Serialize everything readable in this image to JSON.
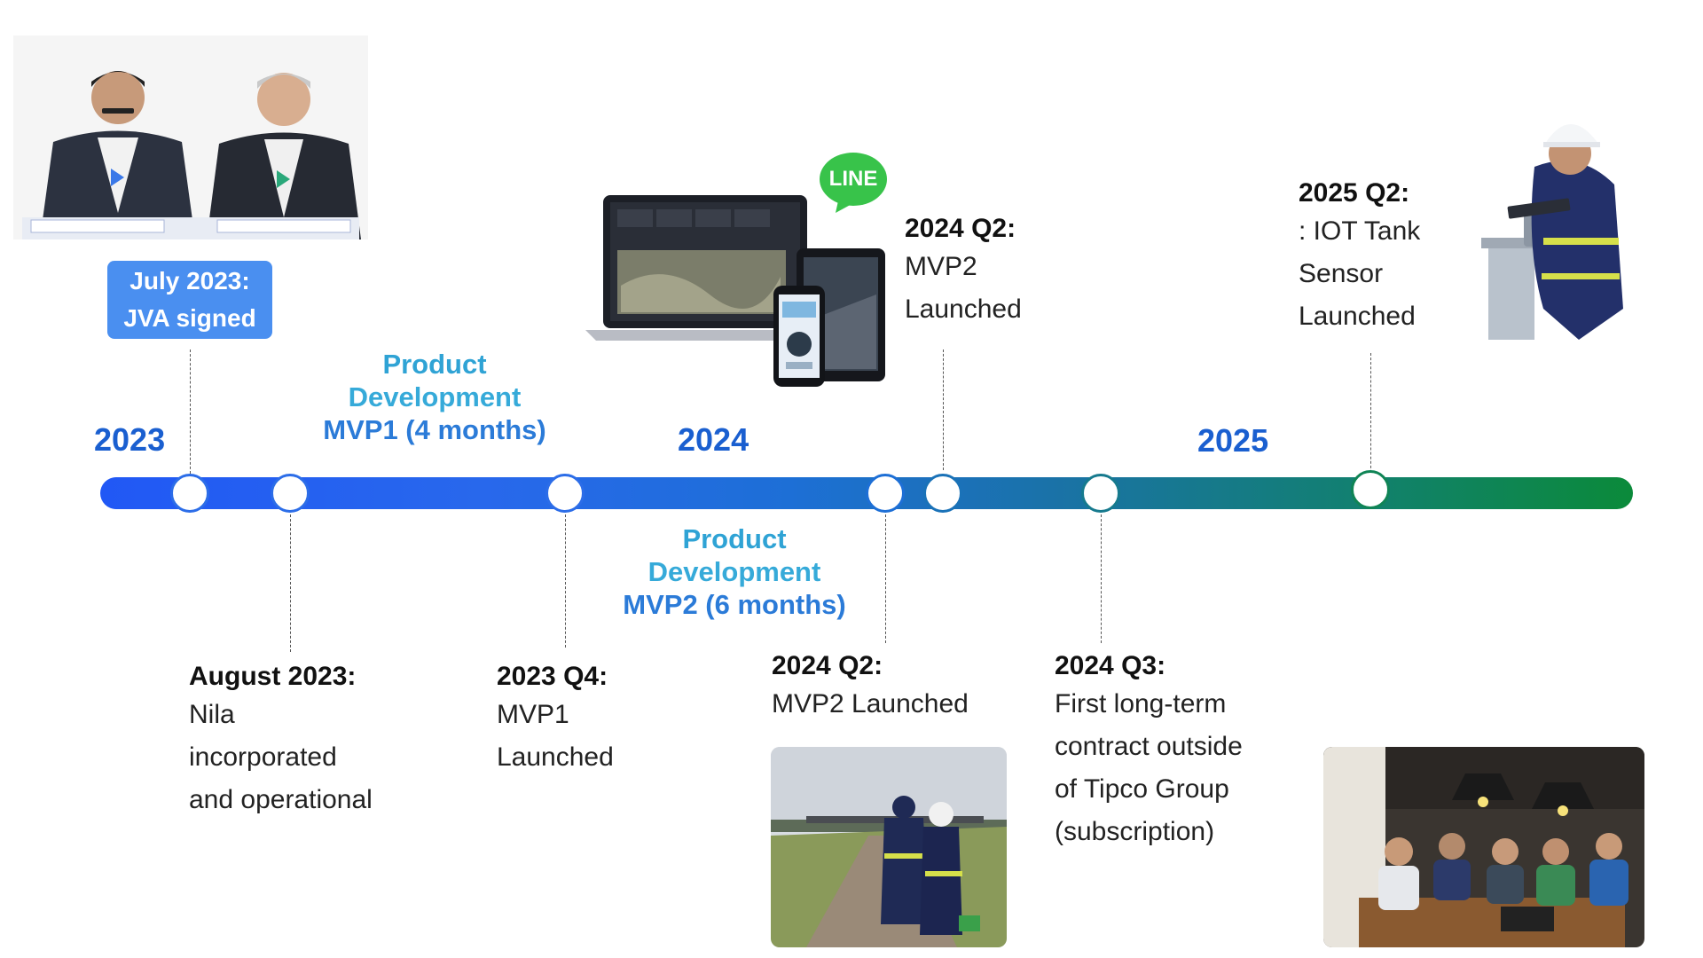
{
  "years": [
    "2023",
    "2024",
    "2025"
  ],
  "phases": {
    "mvp1": [
      "Product",
      "Development",
      "MVP1 (4 months)"
    ],
    "mvp2": [
      "Product",
      "Development",
      "MVP2 (6 months)"
    ]
  },
  "milestones": {
    "jva": {
      "title": "July 2023:",
      "body": "JVA signed"
    },
    "nila": {
      "title": "August 2023:",
      "lines": [
        "Nila",
        "incorporated",
        "and operational"
      ]
    },
    "mvp1": {
      "title": "2023 Q4:",
      "lines": [
        "MVP1",
        "Launched"
      ]
    },
    "mvp2_below": {
      "title": "2024 Q2:",
      "lines": [
        "MVP2 Launched"
      ]
    },
    "mvp2_above": {
      "title": "2024 Q2:",
      "lines": [
        "MVP2",
        "Launched"
      ]
    },
    "contract": {
      "title": "2024 Q3:",
      "lines": [
        "First long-term",
        "contract outside",
        "of Tipco Group",
        "(subscription)"
      ]
    },
    "iot": {
      "title": "2025 Q2:",
      "lines": [
        ": IOT Tank",
        "Sensor",
        "Launched"
      ]
    }
  },
  "logos": {
    "line": "LINE"
  },
  "colors": {
    "bar_start": "#2158f5",
    "bar_end": "#0b8a3a",
    "year": "#1a5fd0",
    "badge": "#4a8ff0",
    "phase_light": "#36aad9",
    "phase_dark": "#2b7bd8"
  },
  "icons": [
    "signing-photo",
    "dashboard-devices-image",
    "line-logo",
    "engineer-photo",
    "field-team-photo",
    "team-meeting-photo"
  ]
}
